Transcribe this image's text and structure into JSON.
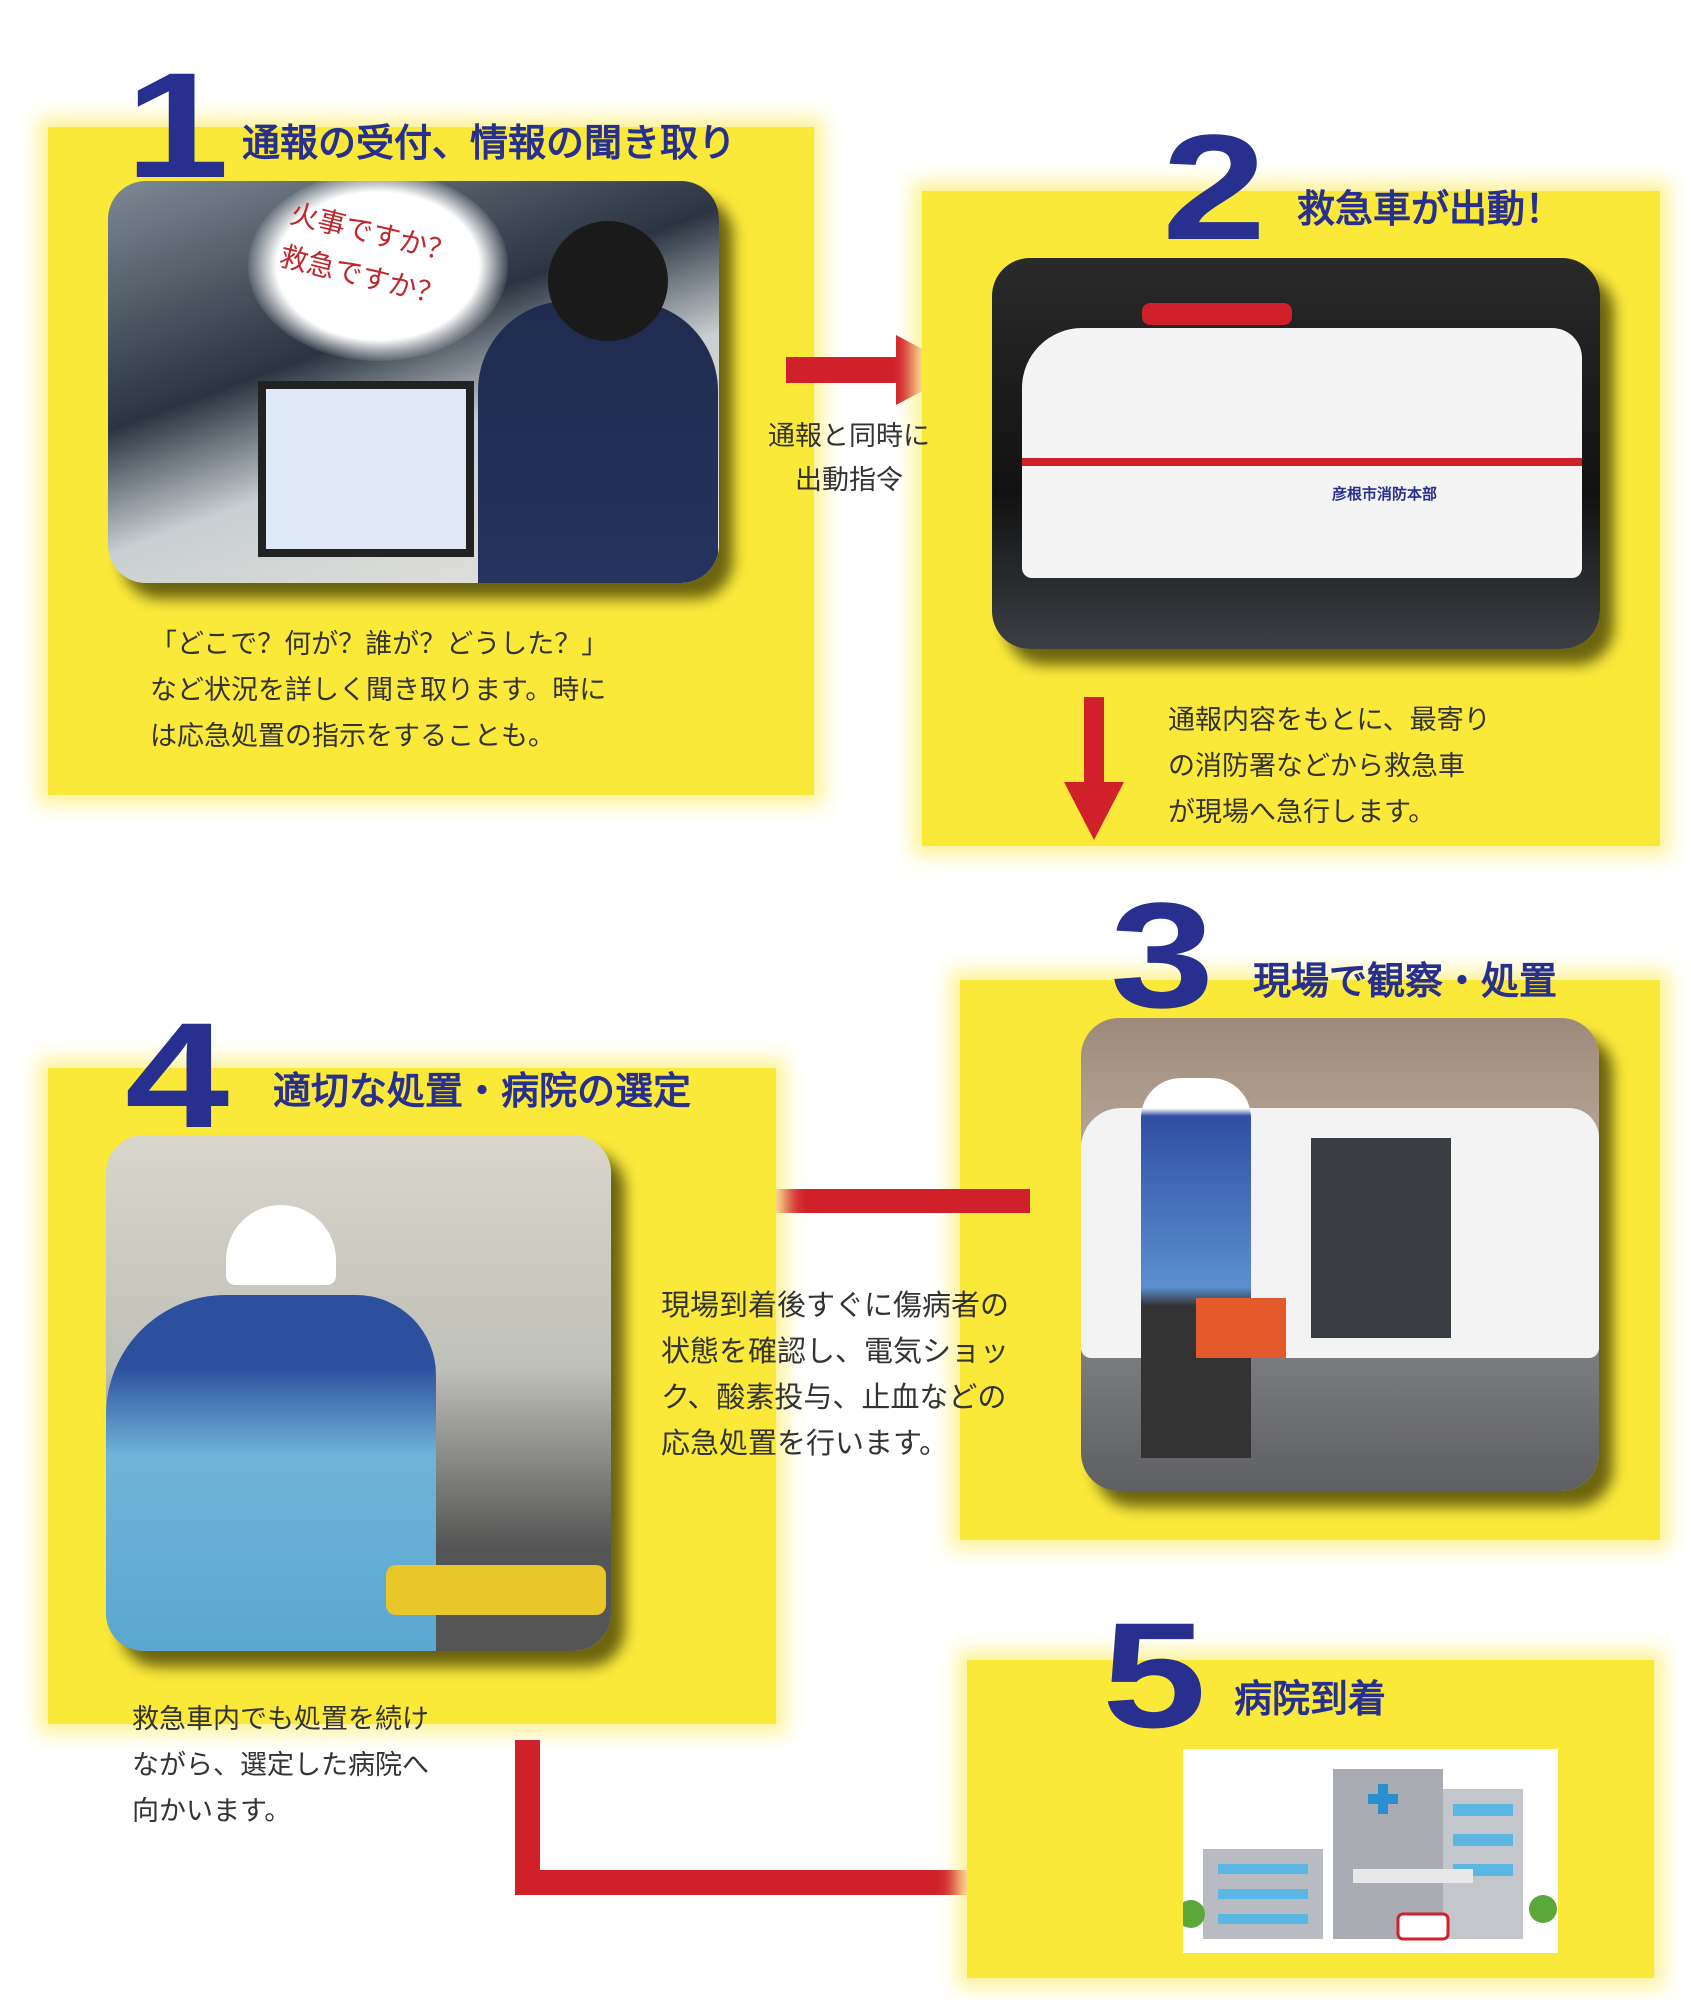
{
  "steps": [
    {
      "number": "1",
      "title": "通報の受付、情報の聞き取り",
      "description": "「どこで？何が？誰が？どうした？」\nなど状況を詳しく聞き取ります。時に\nは応急処置の指示をすることも。",
      "photo_caption": "火事ですか？\n救急ですか？"
    },
    {
      "number": "2",
      "title": "救急車が出動！",
      "description": "通報内容をもとに、最寄り\nの消防署などから救急車\nが現場へ急行します。",
      "vehicle_text": "彦根市消防本部"
    },
    {
      "number": "3",
      "title": "現場で観察・処置",
      "description": "現場到着後すぐに傷病者の\n状態を確認し、電気ショッ\nク、酸素投与、止血などの\n応急処置を行います。"
    },
    {
      "number": "4",
      "title": "適切な処置・病院の選定",
      "description": "救急車内でも処置を続け\nながら、選定した病院へ\n向かいます。"
    },
    {
      "number": "5",
      "title": "病院到着"
    }
  ],
  "arrow_1_2_label": "通報と同時に\n出動指令",
  "colors": {
    "yellow": "#fbe93a",
    "navy": "#27308f",
    "red": "#d0202a"
  }
}
